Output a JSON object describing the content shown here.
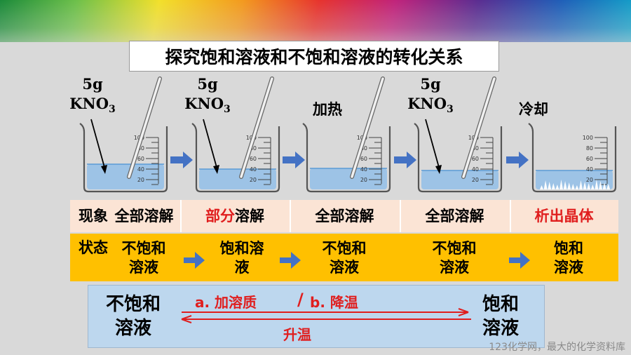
{
  "title": "探究饱和溶液和不饱和溶液的转化关系",
  "beaker_labels": [
    {
      "line1": "5g",
      "line2": "KNO",
      "sub": "3"
    },
    {
      "line1": "5g",
      "line2": "KNO",
      "sub": "3"
    },
    {
      "cn": "加热"
    },
    {
      "line1": "5g",
      "line2": "KNO",
      "sub": "3"
    },
    {
      "cn": "冷却"
    }
  ],
  "scale": [
    "100",
    "80",
    "60",
    "40",
    "20"
  ],
  "table": {
    "row1_header": "现象",
    "row2_header": "状态",
    "phenomena": [
      {
        "a": "全部溶解",
        "b": ""
      },
      {
        "a": "部分",
        "b": "溶解"
      },
      {
        "a": "全部溶解",
        "b": ""
      },
      {
        "a": "全部溶解",
        "b": ""
      },
      {
        "a": "析出晶体",
        "b": ""
      }
    ],
    "states": [
      {
        "l1": "不饱和",
        "l2": "溶液"
      },
      {
        "l1": "饱和溶",
        "l2": "液"
      },
      {
        "l1": "不饱和",
        "l2": "溶液"
      },
      {
        "l1": "不饱和",
        "l2": "溶液"
      },
      {
        "l1": "饱和",
        "l2": "溶液"
      }
    ]
  },
  "bottom": {
    "left_l1": "不饱和",
    "left_l2": "溶液",
    "right_l1": "饱和",
    "right_l2": "溶液",
    "forward_a": "a. 加溶质",
    "slash": "/",
    "forward_b": "b. 降温",
    "reverse": "升温"
  },
  "watermark": "123化学网，最大的化学资料库",
  "colors": {
    "red": "#e01e1e",
    "row1": "#fbe4d5",
    "row2": "#ffc000",
    "arrow": "#4472c4",
    "liquid": "#9dc3e6"
  }
}
